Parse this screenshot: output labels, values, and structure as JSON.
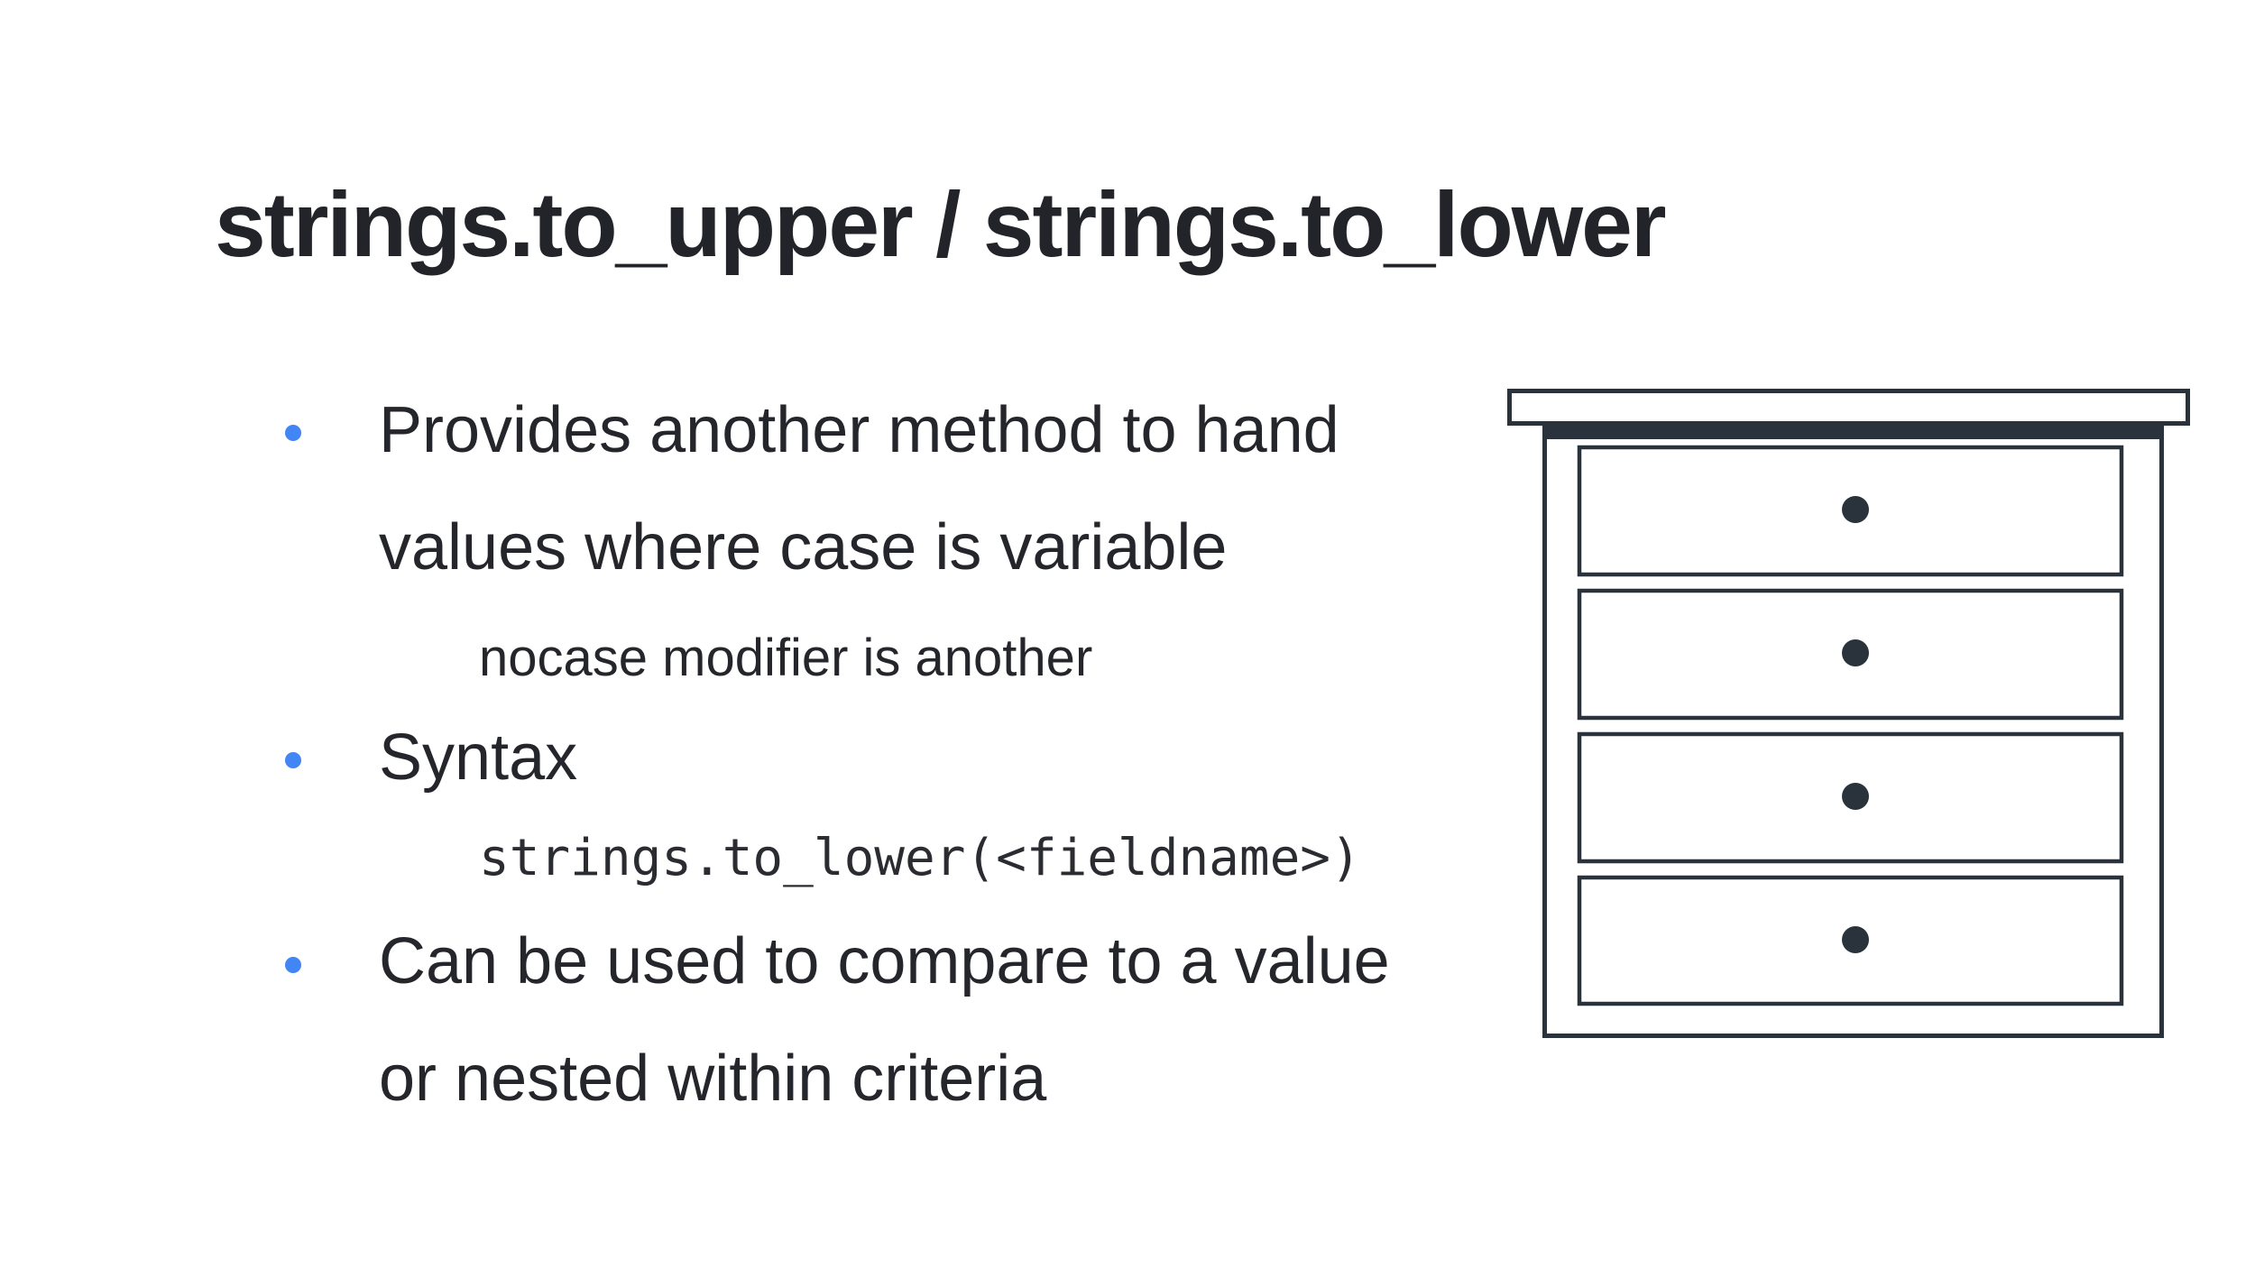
{
  "slide": {
    "title": "strings.to_upper / strings.to_lower",
    "bullets": {
      "b1_line1": "Provides another method to hand",
      "b1_line2": "values where case is variable",
      "b1_sub": "nocase modifier is another",
      "b2": "Syntax",
      "b2_code": "strings.to_lower(<fieldname>)",
      "b3_line1": "Can be used to compare to a value",
      "b3_line2": "or nested within criteria"
    },
    "colors": {
      "background": "#FFFFFF",
      "title_text": "#222429",
      "body_text": "#24262B",
      "bullet_accent": "#4285F4",
      "illustration_stroke": "#2A333C"
    },
    "illustration": {
      "name": "dresser-4-drawers",
      "drawer_count": 4
    }
  }
}
